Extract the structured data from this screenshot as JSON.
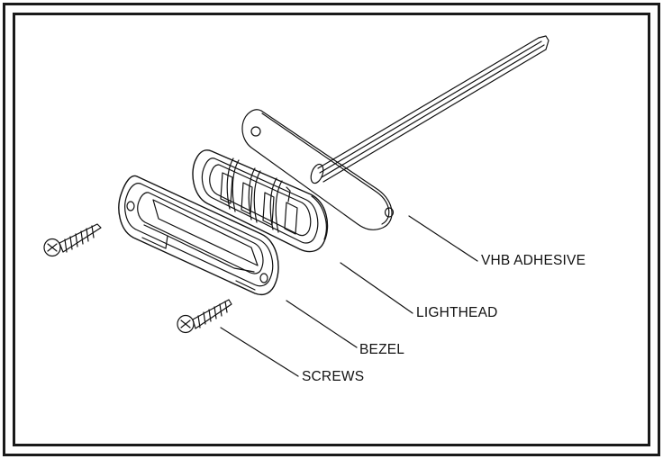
{
  "labels": {
    "vhb_adhesive": "VHB ADHESIVE",
    "lighthead": "LIGHTHEAD",
    "bezel": "BEZEL",
    "screws": "SCREWS"
  },
  "colors": {
    "line": "#111111",
    "background": "#ffffff"
  }
}
